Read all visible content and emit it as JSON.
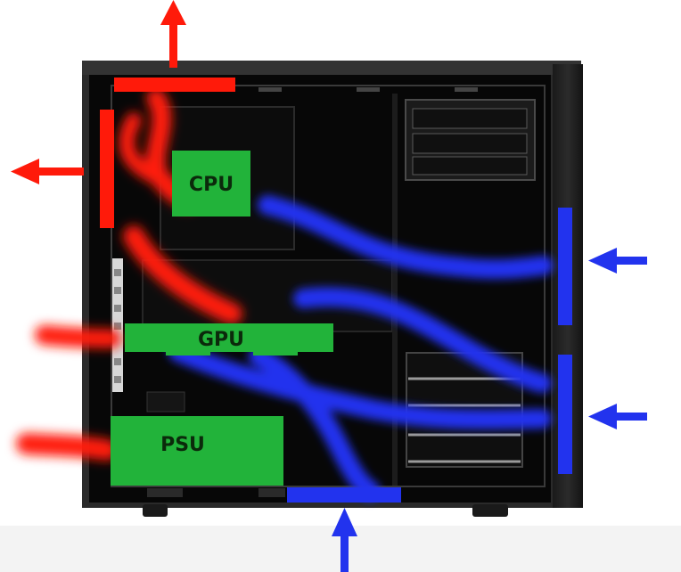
{
  "components": {
    "cpu_label": "CPU",
    "gpu_label": "GPU",
    "psu_label": "PSU"
  },
  "colors": {
    "exhaust": "#ff1a0a",
    "intake": "#2233ee",
    "component": "#22b33a",
    "case": "#0a0a0a"
  },
  "icons": {
    "exhaust_arrow": "arrow-icon",
    "intake_arrow": "arrow-icon"
  }
}
